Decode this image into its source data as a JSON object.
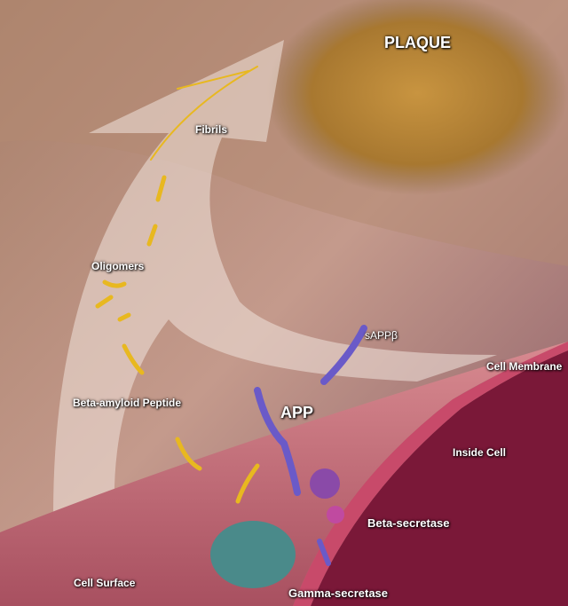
{
  "labels": {
    "plaque": "PLAQUE",
    "fibrils": "Fibrils",
    "oligomers": "Oligomers",
    "peptide": "Beta-amyloid Peptide",
    "app": "APP",
    "sapp": "sAPPβ",
    "membrane": "Cell Membrane",
    "inside": "Inside Cell",
    "beta": "Beta-secretase",
    "surface": "Cell Surface",
    "gamma": "Gamma-secretase"
  },
  "colors": {
    "peptide": "#e8b820",
    "app": "#6a5ac8",
    "plaque": "#b88a3a",
    "inside": "#7a1838",
    "surface": "#c8707a"
  }
}
